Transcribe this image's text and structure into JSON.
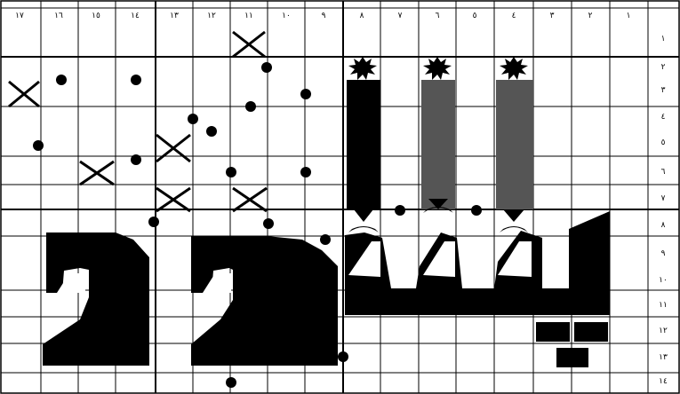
{
  "grid": {
    "column_labels": [
      "١٧",
      "١٦",
      "١٥",
      "١٤",
      "١٣",
      "١٢",
      "١١",
      "١٠",
      "٩",
      "٨",
      "٧",
      "٦",
      "٥",
      "٤",
      "٣",
      "٢",
      "١"
    ],
    "row_labels": [
      "١",
      "٢",
      "٣",
      "٤",
      "٥",
      "٦",
      "٧",
      "٨",
      "٩",
      "١٠",
      "١١",
      "١٢",
      "١٣",
      "١٤"
    ]
  },
  "colors": {
    "ink": "#000000",
    "grey_fill": "#555555",
    "paper": "#ffffff"
  },
  "icons": [
    "cross-mark-icon",
    "dot-marker-icon",
    "starburst-icon"
  ]
}
